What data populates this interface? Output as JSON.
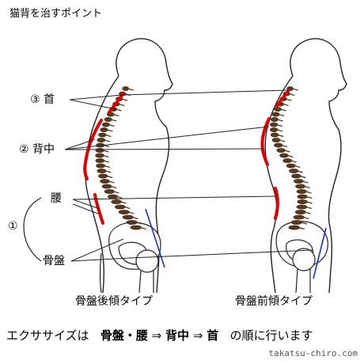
{
  "title": "猫背を治すポイント",
  "labels": {
    "neck": "③ 首",
    "upper_back": "② 背中",
    "waist": "腰",
    "lower_group": "①",
    "pelvis": "骨盤"
  },
  "captions": {
    "left": "骨盤後傾タイプ",
    "right": "骨盤前傾タイプ"
  },
  "footer": {
    "prefix": "エクササイズは",
    "part1": "骨盤・腰",
    "arrow1": "⇒",
    "part2": "背中",
    "arrow2": "⇒",
    "part3": "首",
    "suffix": "の順に行います"
  },
  "credit": "takatsu-chiro.com",
  "colors": {
    "highlight": "#e00000",
    "pelvis_line": "#1a33cc",
    "vertebra": "#5a3a1e",
    "outline": "#222222"
  }
}
